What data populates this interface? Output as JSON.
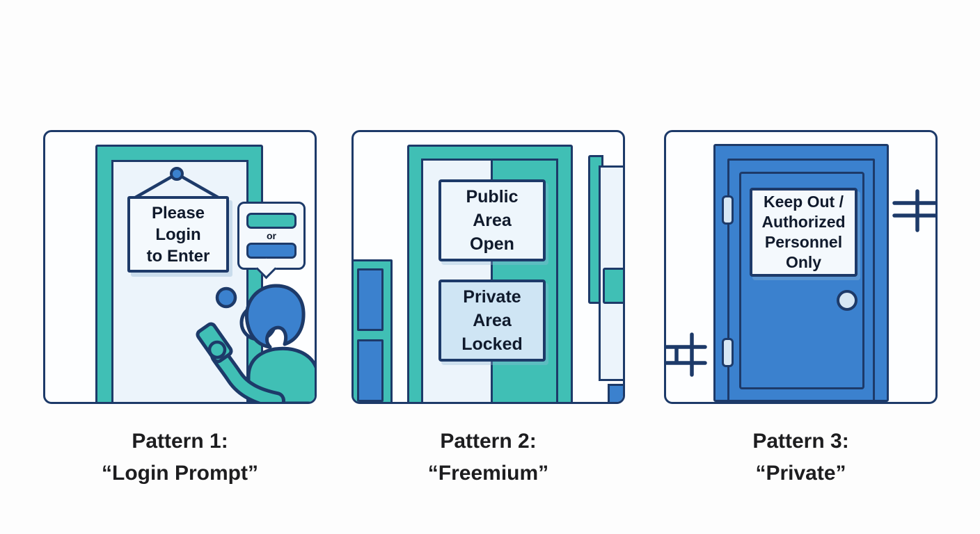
{
  "illustration": {
    "background": "#fdfdfd",
    "colors": {
      "outline_navy": "#1d3a69",
      "teal": "#40bfb5",
      "blue": "#3b81ce",
      "door_light": "#ecf4fb",
      "sign_white": "#f4f9fd",
      "sign_light_blue": "#cfe5f4",
      "knob_light": "#d7e7f4",
      "sign_text": "#101a2c",
      "caption_text": "#1d1d1f"
    }
  },
  "panels": [
    {
      "name": "login-prompt",
      "door_sign_lines": [
        "Please",
        "Login",
        "to Enter"
      ],
      "bubble_separator": "or",
      "caption_line1": "Pattern 1:",
      "caption_line2": "“Login Prompt”"
    },
    {
      "name": "freemium",
      "public_sign_lines": [
        "Public",
        "Area",
        "Open"
      ],
      "private_sign_lines": [
        "Private",
        "Area",
        "Locked"
      ],
      "caption_line1": "Pattern 2:",
      "caption_line2": "“Freemium”"
    },
    {
      "name": "private",
      "door_sign_lines": [
        "Keep Out /",
        "Authorized",
        "Personnel",
        "Only"
      ],
      "caption_line1": "Pattern 3:",
      "caption_line2": "“Private”"
    }
  ]
}
